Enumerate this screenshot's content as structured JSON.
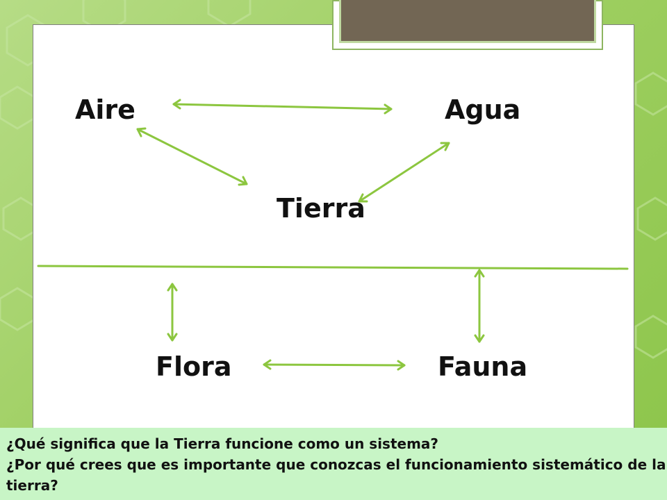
{
  "diagram": {
    "nodes": {
      "aire": "Aire",
      "agua": "Agua",
      "tierra": "Tierra",
      "flora": "Flora",
      "fauna": "Fauna"
    },
    "edges": [
      {
        "from": "Aire",
        "to": "Agua",
        "type": "bidirectional"
      },
      {
        "from": "Aire",
        "to": "Tierra",
        "type": "bidirectional"
      },
      {
        "from": "Agua",
        "to": "Tierra",
        "type": "bidirectional"
      },
      {
        "from": "Flora",
        "to": "Fauna",
        "type": "bidirectional"
      }
    ],
    "arrow_color": "#8cc63f"
  },
  "questions": [
    "¿Qué significa que la Tierra funcione como un sistema?",
    "¿Por qué crees que es importante que conozcas el funcionamiento sistemático de la tierra?"
  ],
  "colors": {
    "background": "#9fcf62",
    "question_panel": "#c8f5c6",
    "accent_brown": "#726654"
  }
}
